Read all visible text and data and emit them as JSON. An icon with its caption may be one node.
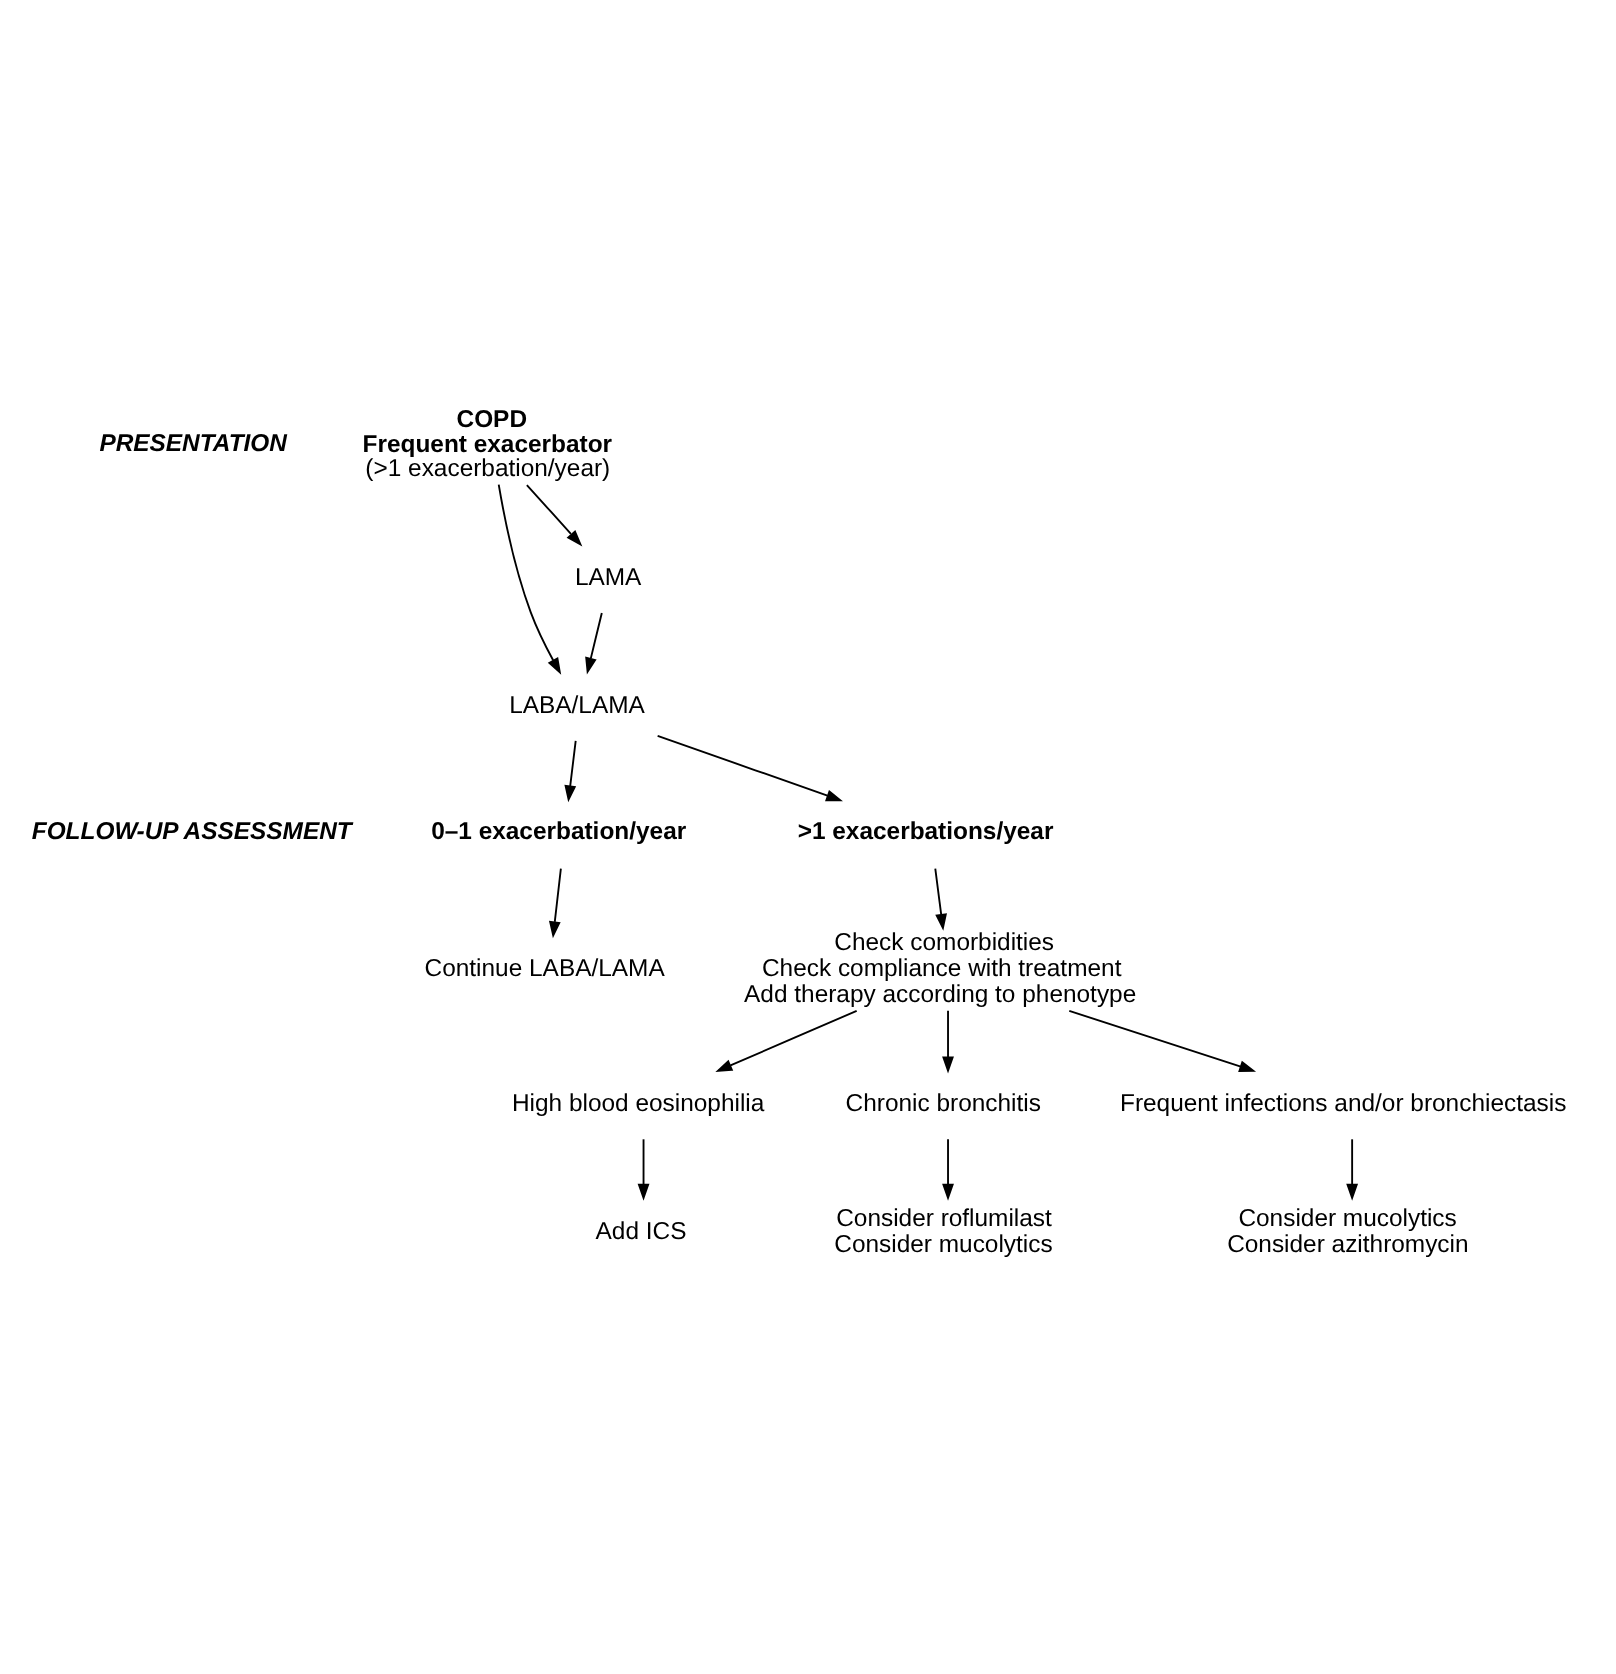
{
  "diagram": {
    "nodes": [
      {
        "text": [
          "COPD",
          "Frequent exacerbator",
          "(>1 exacerbation/year)"
        ]
      },
      {
        "text": [
          "LAMA"
        ]
      },
      {
        "text": [
          "LABA/LAMA"
        ]
      },
      {
        "text": [
          "0–1 exacerbation/year"
        ]
      },
      {
        "text": [
          ">1 exacerbations/year"
        ]
      },
      {
        "text": [
          "Continue LABA/LAMA"
        ]
      },
      {
        "text": [
          "Check comorbidities",
          "Check compliance with treatment",
          "Add therapy according to phenotype"
        ]
      },
      {
        "text": [
          "High blood eosinophilia"
        ]
      },
      {
        "text": [
          "Chronic bronchitis"
        ]
      },
      {
        "text": [
          "Frequent infections and/or bronchiectasis"
        ]
      },
      {
        "text": [
          "Add ICS"
        ]
      },
      {
        "text": [
          "Consider roflumilast",
          "Consider mucolytics"
        ]
      },
      {
        "text": [
          "Consider mucolytics",
          "Consider azithromycin"
        ]
      }
    ],
    "edges": [
      {
        "from": 0,
        "to": 1,
        "arrow": "to"
      },
      {
        "from": 0,
        "to": 2,
        "arrow": "to"
      },
      {
        "from": 1,
        "to": 2,
        "arrow": "to"
      },
      {
        "from": 2,
        "to": 3,
        "arrow": "to"
      },
      {
        "from": 2,
        "to": 4,
        "arrow": "to"
      },
      {
        "from": 3,
        "to": 5,
        "arrow": "to"
      },
      {
        "from": 4,
        "to": 6,
        "arrow": "to"
      },
      {
        "from": 6,
        "to": 7,
        "arrow": "to"
      },
      {
        "from": 6,
        "to": 8,
        "arrow": "to"
      },
      {
        "from": 6,
        "to": 9,
        "arrow": "to"
      },
      {
        "from": 7,
        "to": 10,
        "arrow": "to"
      },
      {
        "from": 8,
        "to": 11,
        "arrow": "to"
      },
      {
        "from": 9,
        "to": 12,
        "arrow": "to"
      }
    ],
    "labels": [
      "PRESENTATION",
      "FOLLOW-UP ASSESSMENT"
    ]
  }
}
